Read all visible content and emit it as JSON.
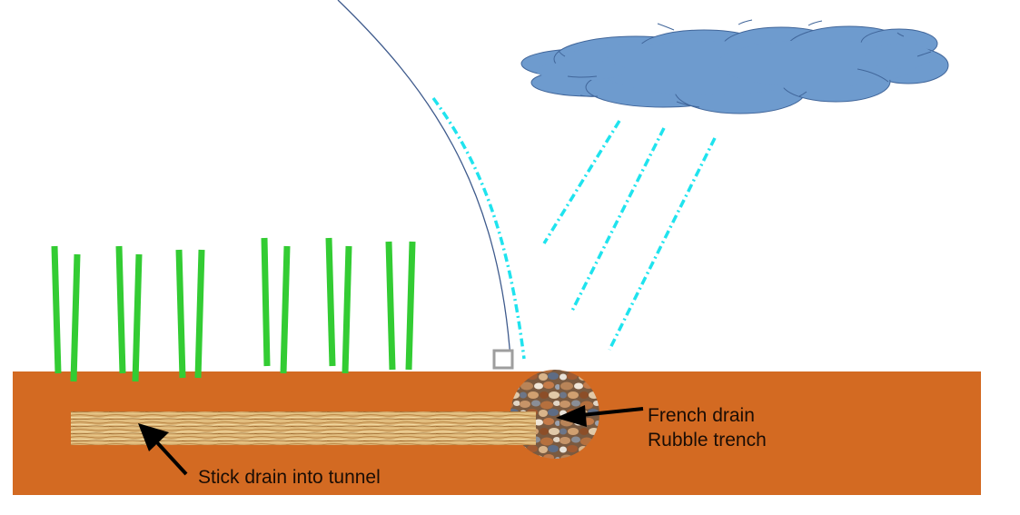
{
  "diagram": {
    "title": "Rain runoff drainage diagram",
    "labels": {
      "french_drain": "French drain",
      "rubble_trench": "Rubble trench",
      "stick_drain": "Stick drain into tunnel"
    },
    "elements": {
      "cloud": "rain-cloud",
      "rain_streaks": 3,
      "grass_blade_pairs": 6,
      "roof_arc": "curved roof edge",
      "runoff": "water runoff along roof",
      "gutter_marker": "small square marker",
      "ground": "soil layer",
      "tunnel": "stick drain tunnel",
      "rubble": "rubble-filled french drain"
    },
    "colors": {
      "sky": "#ffffff",
      "cloud_fill": "#6E9BCE",
      "cloud_stroke": "#41669A",
      "rain": "#1FE3EE",
      "grass": "#33CC33",
      "ground": "#D36A22",
      "tunnel_light": "#E8C98C",
      "tunnel_dark": "#A8702E",
      "roof_line": "#3E5A8C",
      "marker": "#9E9E9E",
      "arrow": "#000000",
      "text": "#1a0d05"
    }
  }
}
